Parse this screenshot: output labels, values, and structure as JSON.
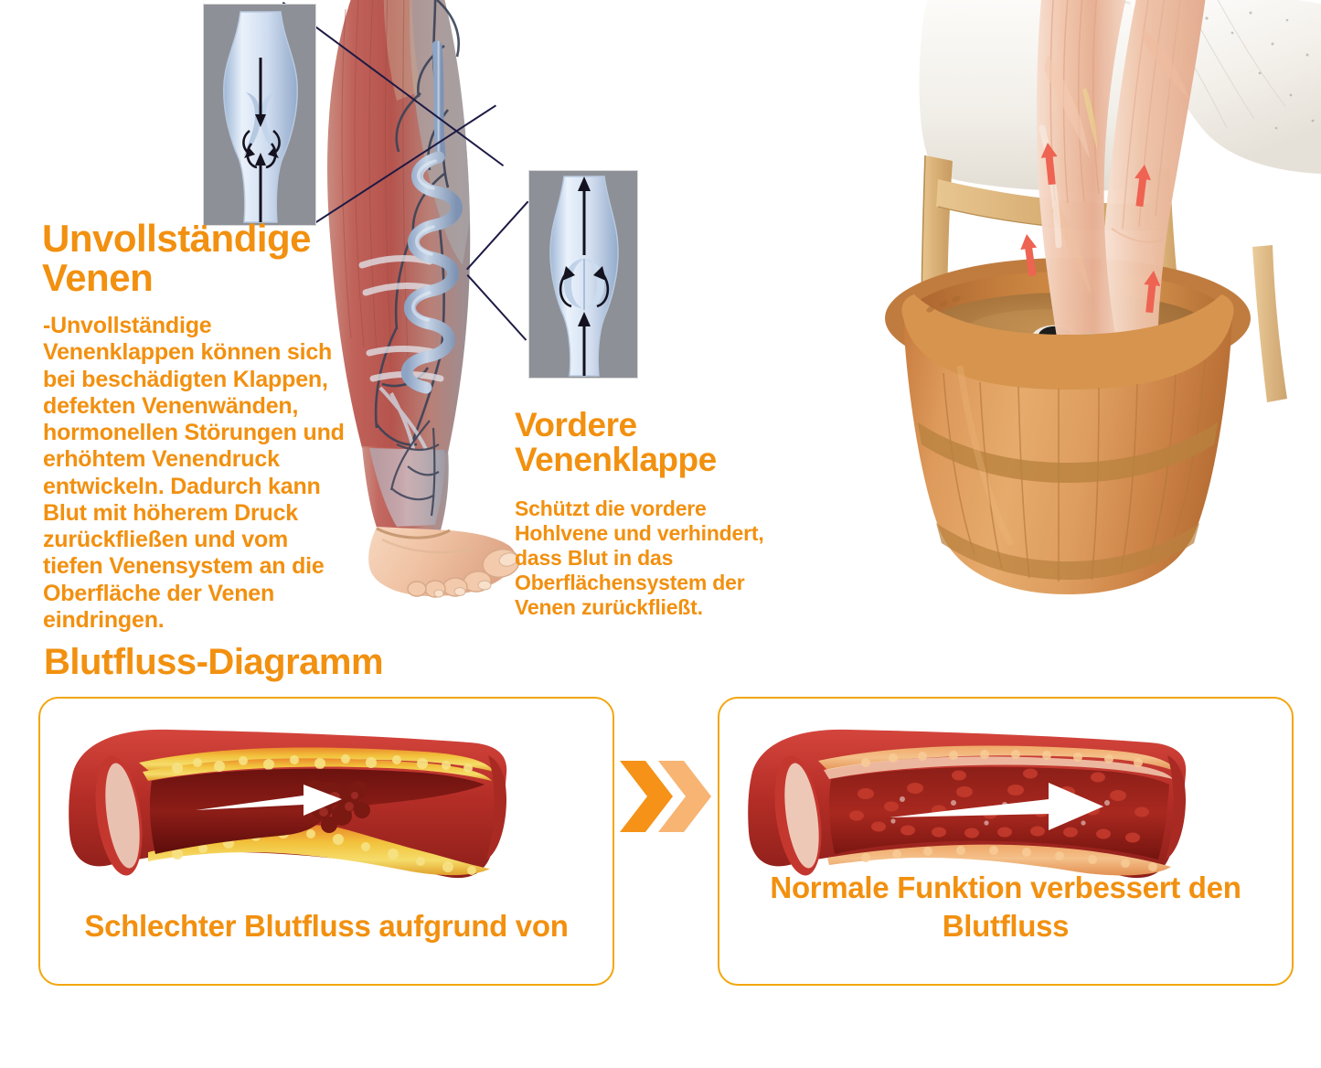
{
  "page": {
    "background_color": "#ffffff",
    "accent_orange": "#F2900F",
    "border_orange": "#F2A60E",
    "connector_color": "#1d1a44"
  },
  "incomplete_veins": {
    "title": "Unvollständige Venen",
    "body": "-Unvollständige Venenklappen können sich bei beschädigten Klappen, defekten Venenwänden, hormonellen Störungen und erhöhtem Venendruck entwickeln. Dadurch kann Blut mit höherem Druck zurückfließen und vom tiefen Venensystem an die Oberfläche der Venen eindringen."
  },
  "anterior_valve": {
    "title": "Vordere Venenklappe",
    "body": "Schützt die vordere Hohlvene und verhindert, dass Blut in das Oberflächensystem der Venen zurückfließt."
  },
  "diagram": {
    "title": "Blutfluss-Diagramm",
    "cards": [
      {
        "id": "poor-flow",
        "caption": "Schlechter Blutfluss aufgrund von",
        "vessel": "clogged-artery-with-plaque"
      },
      {
        "id": "normal-flow",
        "caption": "Normale Funktion verbessert den Blutfluss",
        "vessel": "healthy-open-artery"
      }
    ],
    "transition_icon": "double-chevron-right-icon"
  },
  "illustration": {
    "leg": "varicose-vein-leg-anatomy",
    "valve_inset_left": "incompetent-vein-valve-diagram",
    "valve_inset_right": "competent-vein-valve-diagram"
  },
  "scene": {
    "description": "foot-soaking-wooden-tub-with-anatomical-legs",
    "items": [
      "wooden-chair",
      "cream-cushion",
      "wooden-foot-tub",
      "warm-water",
      "product-sachet",
      "anatomical-legs-with-blood-flow-arrows"
    ],
    "arrow_color": "#EE6352"
  }
}
